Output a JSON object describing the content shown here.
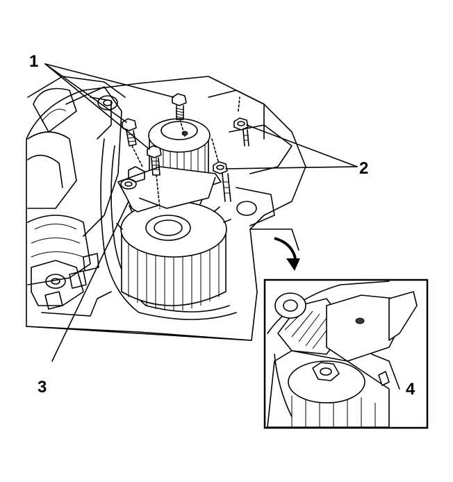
{
  "callouts": {
    "c1": "1",
    "c2": "2",
    "c3": "3",
    "c4": "4"
  },
  "colors": {
    "ink": "#000000",
    "paper": "#ffffff",
    "shade": "#cfcfcf"
  }
}
